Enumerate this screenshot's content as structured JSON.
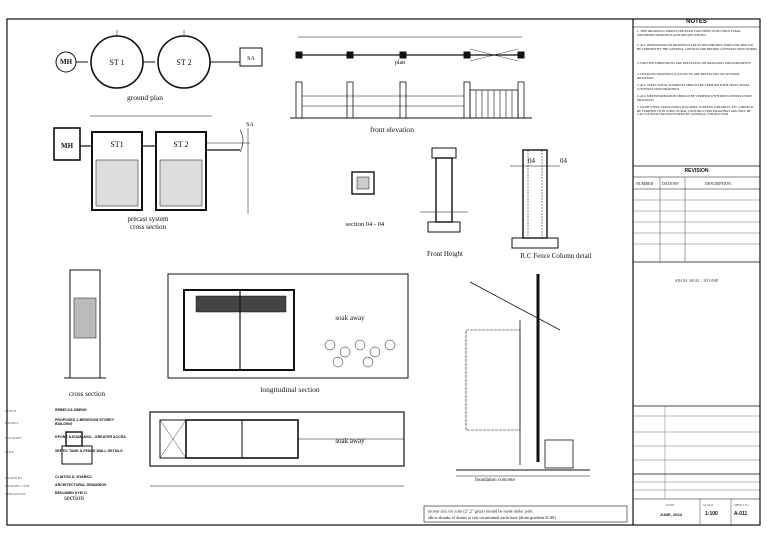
{
  "drawings": {
    "ground_plan": {
      "title": "ground plan",
      "mh": "MH",
      "st1": "ST 1",
      "st2": "ST 2",
      "sa": "SA"
    },
    "precast": {
      "title_line1": "precast system",
      "title_line2": "cross section",
      "mh": "MH",
      "st1": "ST1",
      "st2": "ST 2",
      "sa": "SA"
    },
    "plan": {
      "title": "plan"
    },
    "front_elevation": {
      "title": "front elevation"
    },
    "section04": {
      "title": "section 04 - 04"
    },
    "front_height": {
      "title": "Front Height"
    },
    "rc_column": {
      "title": "R.C Fence Column detail",
      "marker_a": "04",
      "marker_b": "04"
    },
    "cross_section": {
      "title": "cross section"
    },
    "longitudinal": {
      "title": "longitudinal section",
      "soak": "soak away"
    },
    "section_small": {
      "title": "section"
    },
    "plan_bottom": {
      "soak": "soak away"
    },
    "foundation": {
      "label": "foundation concrete"
    },
    "footnote": {
      "line1": "mortar mix for joint (2\",2\" grips) should be made under joint",
      "line2": "allow skunks of drains to rest on minimal earth base (drain gradient 2l-40)"
    }
  },
  "notes": {
    "title": "NOTES",
    "items": [
      "1. THIS DRAWINGS SHOULD BE READ TOGETHER WITH STRUCTURAL ENGINEERS DRAWINGS AND SPECIFICATIONS.",
      "2. ALL DIMENSIONS ON DRAWINGS ARE IN MILLIMETRES (MM) AND SHOULD BE VERIFIED BY THE GENERAL CONTRACTOR BEFORE CONSTRUCTION WORKS",
      "3. WRITTEN DIMENSIONS ARE PREVALENT ON DRAWINGS MEASUREMENTS",
      "4. DETAILED DRAWINGS (CALLOUTS) ARE PREVALENT ON GENERAL DRAWINGS",
      "5. ALL STRUCTURAL ELEMENTS SHOULD BE VERIFIED WITH STRUCTURAL CONSTRUCTION DRAWINGS",
      "6. ALL MEP INFORMATION SHOULD BE VERIFIED WITH MEP CONSTRUCTION DRAWINGS",
      "7. LIGHT STEEL STRUCTURES (FACADES, SCREENS, PARAPETS, ETC.) SHOULD BE VERIFIED WITH STRUCTURAL CONSTRUCTION DRAWINGS AND WILL BE CALCULATED AND DEVELOPED BY GENERAL CONTRACTOR"
    ]
  },
  "revision": {
    "title": "REVISION",
    "col_number": "NUMBER",
    "col_date": "DATE/BY",
    "col_desc": "DESCRIPTION"
  },
  "seal": {
    "label": "ARCH. SEAL / STAMP"
  },
  "title_block": {
    "client_key": "CLIENT",
    "client": "REBECCA OBENG",
    "project_key": "PROJECT",
    "project": "PROPOSED 2-BEDROOM STOREY BUILDING",
    "location_key": "LOCATION",
    "location": "KPONE KATAMANSO - GREATER ACCRA",
    "title_key": "TITLE",
    "title": "SEPTIC TANK & FENCE WALL DETAILS",
    "drawn_key": "DRAWN BY",
    "drawn": "CLINTON D. NYARKO",
    "drawing_type_key": "DRAWING TYPE",
    "drawing_type": "ARCHITECTURAL DRAWINGS",
    "checked_key": "CHECKED BY",
    "checked": "BENJAMIN KYEI D.",
    "date_key": "DATE",
    "date": "JUNE, 2024",
    "scale_key": "SCALE",
    "scale": "1:100",
    "sheet_key": "SHEET No.",
    "sheet": "A-011"
  }
}
